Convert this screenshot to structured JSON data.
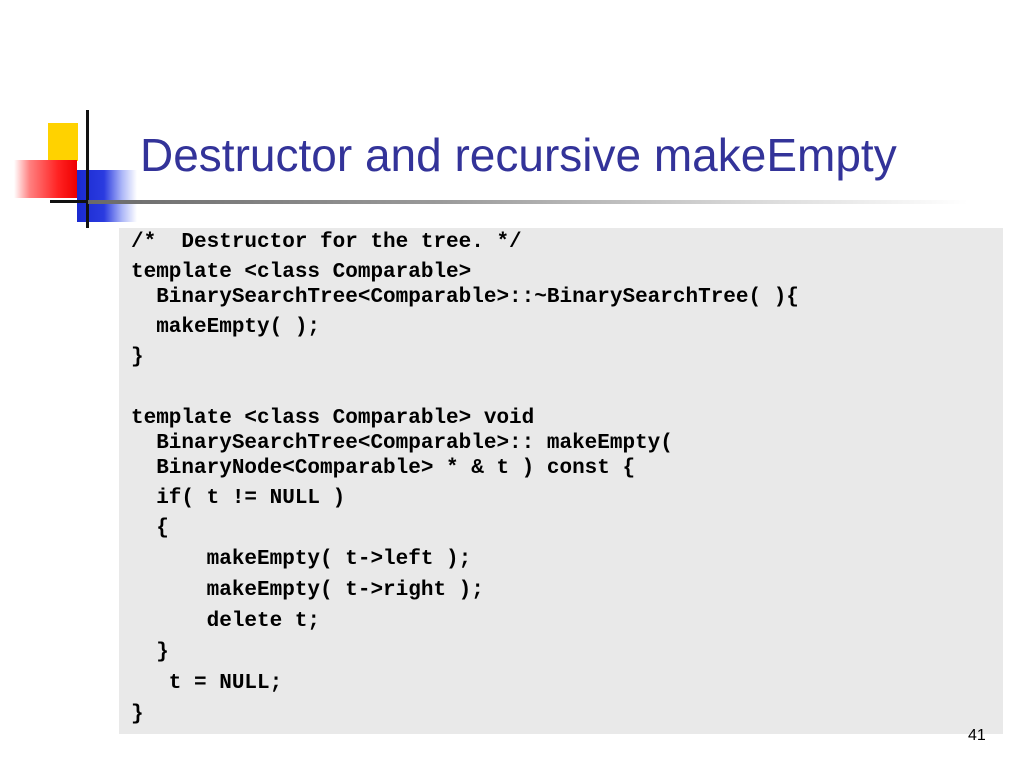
{
  "slide": {
    "title": "Destructor and recursive makeEmpty",
    "page_number": "41",
    "code_lines": [
      "/*  Destructor for the tree. */",
      "template <class Comparable>",
      "  BinarySearchTree<Comparable>::~BinarySearchTree( ){",
      "  makeEmpty( );",
      "}",
      "",
      "template <class Comparable> void",
      "  BinarySearchTree<Comparable>:: makeEmpty(",
      "  BinaryNode<Comparable> * & t ) const {",
      "  if( t != NULL )",
      "  {",
      "      makeEmpty( t->left );",
      "      makeEmpty( t->right );",
      "      delete t;",
      "  }",
      "   t = NULL;",
      "}"
    ]
  },
  "colors": {
    "title": "#333399",
    "code_background": "#e9e9e9",
    "logo_yellow": "#ffd200",
    "logo_red": "#ff2222",
    "logo_blue": "#1a2ad0"
  },
  "icons": {
    "logo": "colored-squares-crosshair-logo"
  }
}
